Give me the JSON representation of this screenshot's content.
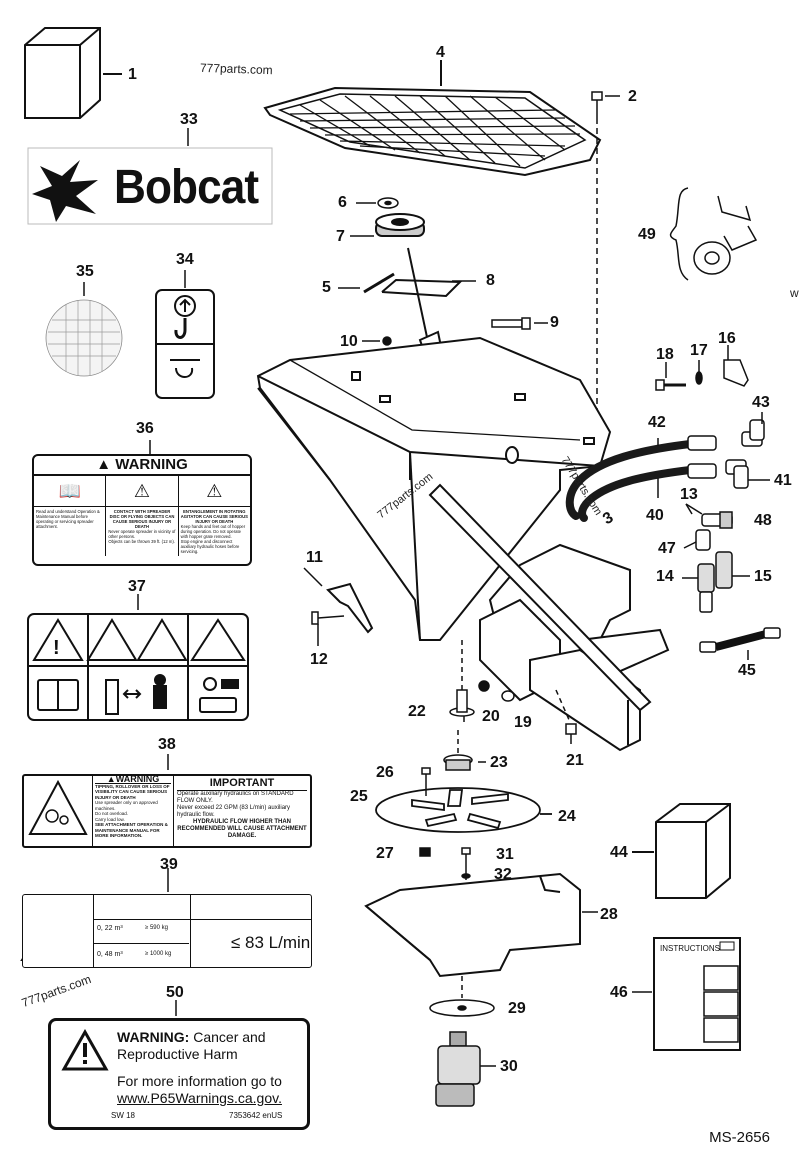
{
  "brand": "Bobcat",
  "watermark": "777parts.com",
  "watermark_side": "777parts.com",
  "watermark_top_right": "w",
  "drawing_id": "MS-2656",
  "callouts": [
    "1",
    "2",
    "3",
    "4",
    "5",
    "6",
    "7",
    "8",
    "9",
    "10",
    "11",
    "12",
    "13",
    "14",
    "15",
    "16",
    "17",
    "18",
    "19",
    "20",
    "21",
    "22",
    "23",
    "24",
    "25",
    "26",
    "27",
    "28",
    "29",
    "30",
    "31",
    "32",
    "33",
    "34",
    "35",
    "36",
    "37",
    "38",
    "39",
    "40",
    "41",
    "42",
    "43",
    "44",
    "45",
    "46",
    "47",
    "48",
    "49",
    "50"
  ],
  "decal_36": {
    "title": "WARNING",
    "col1": "Read and understand Operation & Maintenance Manual before operating or servicing spreader attachment.",
    "col2_head": "CONTACT WITH SPREADER DISC OR FLYING OBJECTS CAN CAUSE SERIOUS INJURY OR DEATH",
    "col2_items": [
      "Never operate spreader in vicinity of other persons.",
      "Objects can be thrown 39 ft. (12 m)."
    ],
    "col3_head": "ENTANGLEMENT IN ROTATING AGITATOR CAN CAUSE SERIOUS INJURY OR DEATH",
    "col3_items": [
      "Keep hands and feet out of hopper during operation. Do not operate with hopper grate removed.",
      "Stop engine and disconnect auxiliary hydraulic hoses before servicing."
    ]
  },
  "decal_38": {
    "warning_title": "WARNING",
    "warning_head": "TIPPING, ROLLOVER OR LOSS OF VISIBILITY CAN CAUSE SERIOUS INJURY OR DEATH",
    "warning_items": [
      "Use spreader only on approved machines.",
      "Do not overload.",
      "Carry load low."
    ],
    "warning_foot": "SEE ATTACHMENT OPERATION & MAINTENANCE MANUAL FOR MORE INFORMATION.",
    "important_title": "IMPORTANT",
    "important_items": [
      "Operate auxiliary hydraulics on STANDARD FLOW ONLY.",
      "Never exceed 22 GPM (83 L/min) auxiliary hydraulic flow."
    ],
    "important_foot": "HYDRAULIC FLOW HIGHER THAN RECOMMENDED WILL CAUSE ATTACHMENT DAMAGE."
  },
  "decal_39": {
    "row1_vol": "0, 22 m³",
    "row1_wt": "≥ 590 kg",
    "row2_vol": "0, 48 m³",
    "row2_wt": "≥ 1000 kg",
    "flow": "≤ 83 L/min"
  },
  "decal_50": {
    "title_bold": "WARNING:",
    "title_rest": "Cancer and",
    "title_line2": "Reproductive Harm",
    "info_line1": "For more information go to",
    "url": "www.P65Warnings.ca.gov.",
    "code_left": "SW 18",
    "code_right": "7353642 enUS"
  },
  "manual_46": {
    "label": "INSTRUCTIONS"
  },
  "colors": {
    "ink": "#111111",
    "background": "#ffffff",
    "hose": "#1a1a1a"
  }
}
